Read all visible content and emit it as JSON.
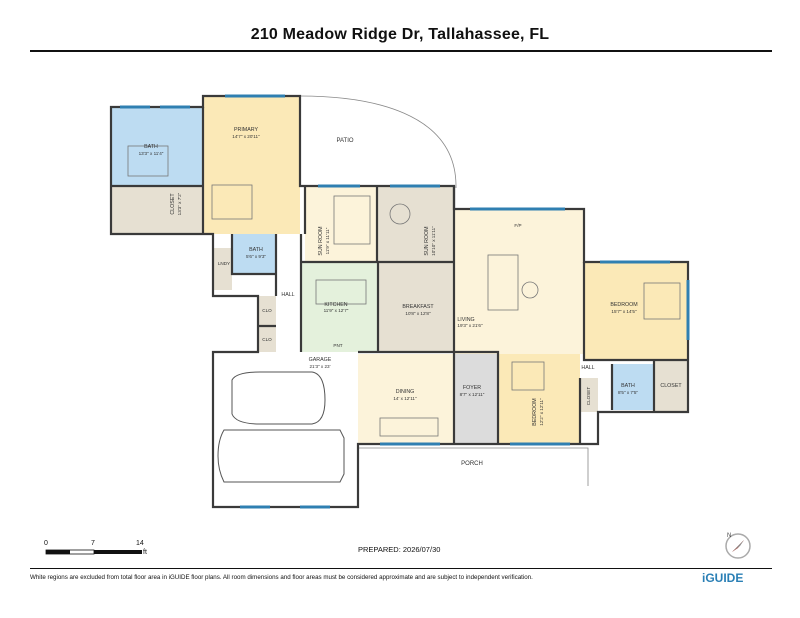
{
  "title": "210 Meadow Ridge Dr, Tallahassee, FL",
  "rooms": {
    "primary": {
      "name": "PRIMARY",
      "dims": "14'7\" x 20'11\""
    },
    "bath_primary": {
      "name": "BATH",
      "dims": "13'3\" x 11'4\""
    },
    "closet_primary": {
      "name": "CLOSET",
      "dims": "13'3\" x 7'2\""
    },
    "bath_small": {
      "name": "BATH",
      "dims": "5'6\" x 9'3\""
    },
    "laundry": {
      "name": "LNDY"
    },
    "sunroom_left": {
      "name": "SUN ROOM",
      "dims": "11'9\" x 11'11\""
    },
    "sunroom_right": {
      "name": "SUN ROOM",
      "dims": "10'10\" x 11'11\""
    },
    "kitchen": {
      "name": "KITCHEN",
      "dims": "11'9\" x 12'7\""
    },
    "breakfast": {
      "name": "BREAKFAST",
      "dims": "10'8\" x 12'8\""
    },
    "living": {
      "name": "LIVING",
      "dims": "19'3\" x 21'6\""
    },
    "bedroom_right": {
      "name": "BEDROOM",
      "dims": "15'7\" x 14'5\""
    },
    "bath_right": {
      "name": "BATH",
      "dims": "8'5\" x 7'5\""
    },
    "closet_right": {
      "name": "CLOSET"
    },
    "closet_mid": {
      "name": "CLOSET"
    },
    "bedroom_mid": {
      "name": "BEDROOM",
      "dims": "12'2\" x 12'11\""
    },
    "foyer": {
      "name": "FOYER",
      "dims": "8'7\" x 12'11\""
    },
    "dining": {
      "name": "DINING",
      "dims": "14' x 12'11\""
    },
    "garage": {
      "name": "GARAGE",
      "dims": "21'3\" x 23'"
    },
    "hall_left": {
      "name": "HALL"
    },
    "hall_right": {
      "name": "HALL"
    },
    "clo_1": {
      "name": "CLO"
    },
    "clo_2": {
      "name": "CLO"
    },
    "pantry": {
      "name": "PNT"
    },
    "fireplace": {
      "name": "F/P"
    }
  },
  "outdoor": {
    "patio": "PATIO",
    "porch": "PORCH"
  },
  "scale": {
    "ticks": [
      "0",
      "7",
      "14"
    ],
    "unit": "ft"
  },
  "prepared": "PREPARED: 2026/07/30",
  "footnote": "White regions are excluded from total floor area in iGUIDE floor plans. All room dimensions and floor areas must be considered approximate and are subject to independent verification.",
  "brand": "iGUIDE",
  "colors": {
    "bedroom": "#fbe9b7",
    "bath": "#bddcf2",
    "utility": "#e6e0d2",
    "kitchen": "#e4f1dc",
    "living": "#fcf3da",
    "foyer": "#dcdcdc",
    "wall": "#3a3a3a",
    "window": "#2f7fb1",
    "accent": "#2a7fb5"
  }
}
